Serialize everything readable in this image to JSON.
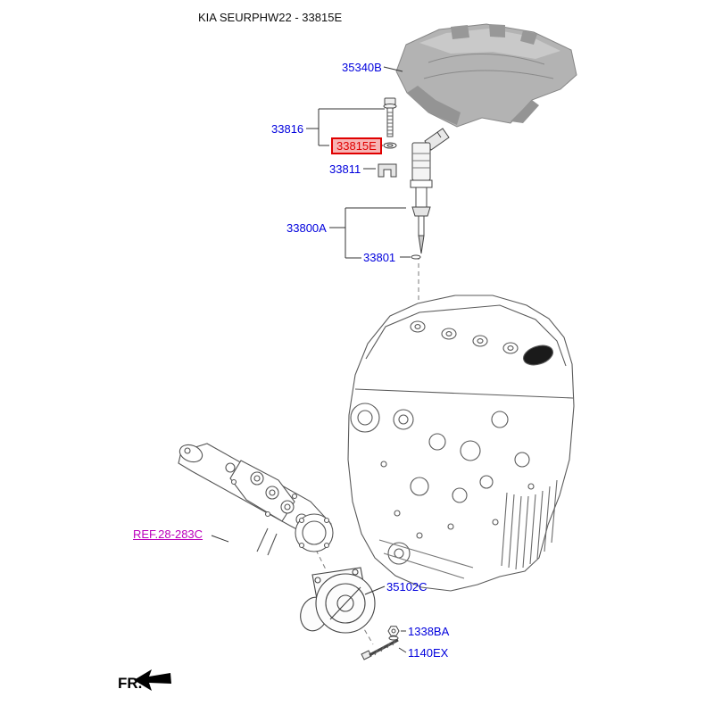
{
  "page": {
    "title": "KIA SEURPHW22 - 33815E",
    "fr_label": "FR."
  },
  "colors": {
    "label_blue": "#0000dd",
    "highlight_red": "#e00000",
    "highlight_bg": "#f7b4b4",
    "ref_magenta": "#bb00bb",
    "line_gray": "#444444",
    "cover_gray": "#b3b3b3"
  },
  "parts": {
    "engine_cover": {
      "label": "35340B"
    },
    "injector_bolt": {
      "label": "33816"
    },
    "injector_washer": {
      "label": "33815E",
      "highlighted": true
    },
    "injector_clamp": {
      "label": "33811"
    },
    "injector_assembly": {
      "label": "33800A"
    },
    "injector_oring": {
      "label": "33801"
    },
    "intake_manifold_ref": {
      "label": "REF.28-283C"
    },
    "throttle_body": {
      "label": "35102C"
    },
    "throttle_bolt_washer": {
      "label": "1338BA"
    },
    "throttle_bolt": {
      "label": "1140EX"
    }
  }
}
